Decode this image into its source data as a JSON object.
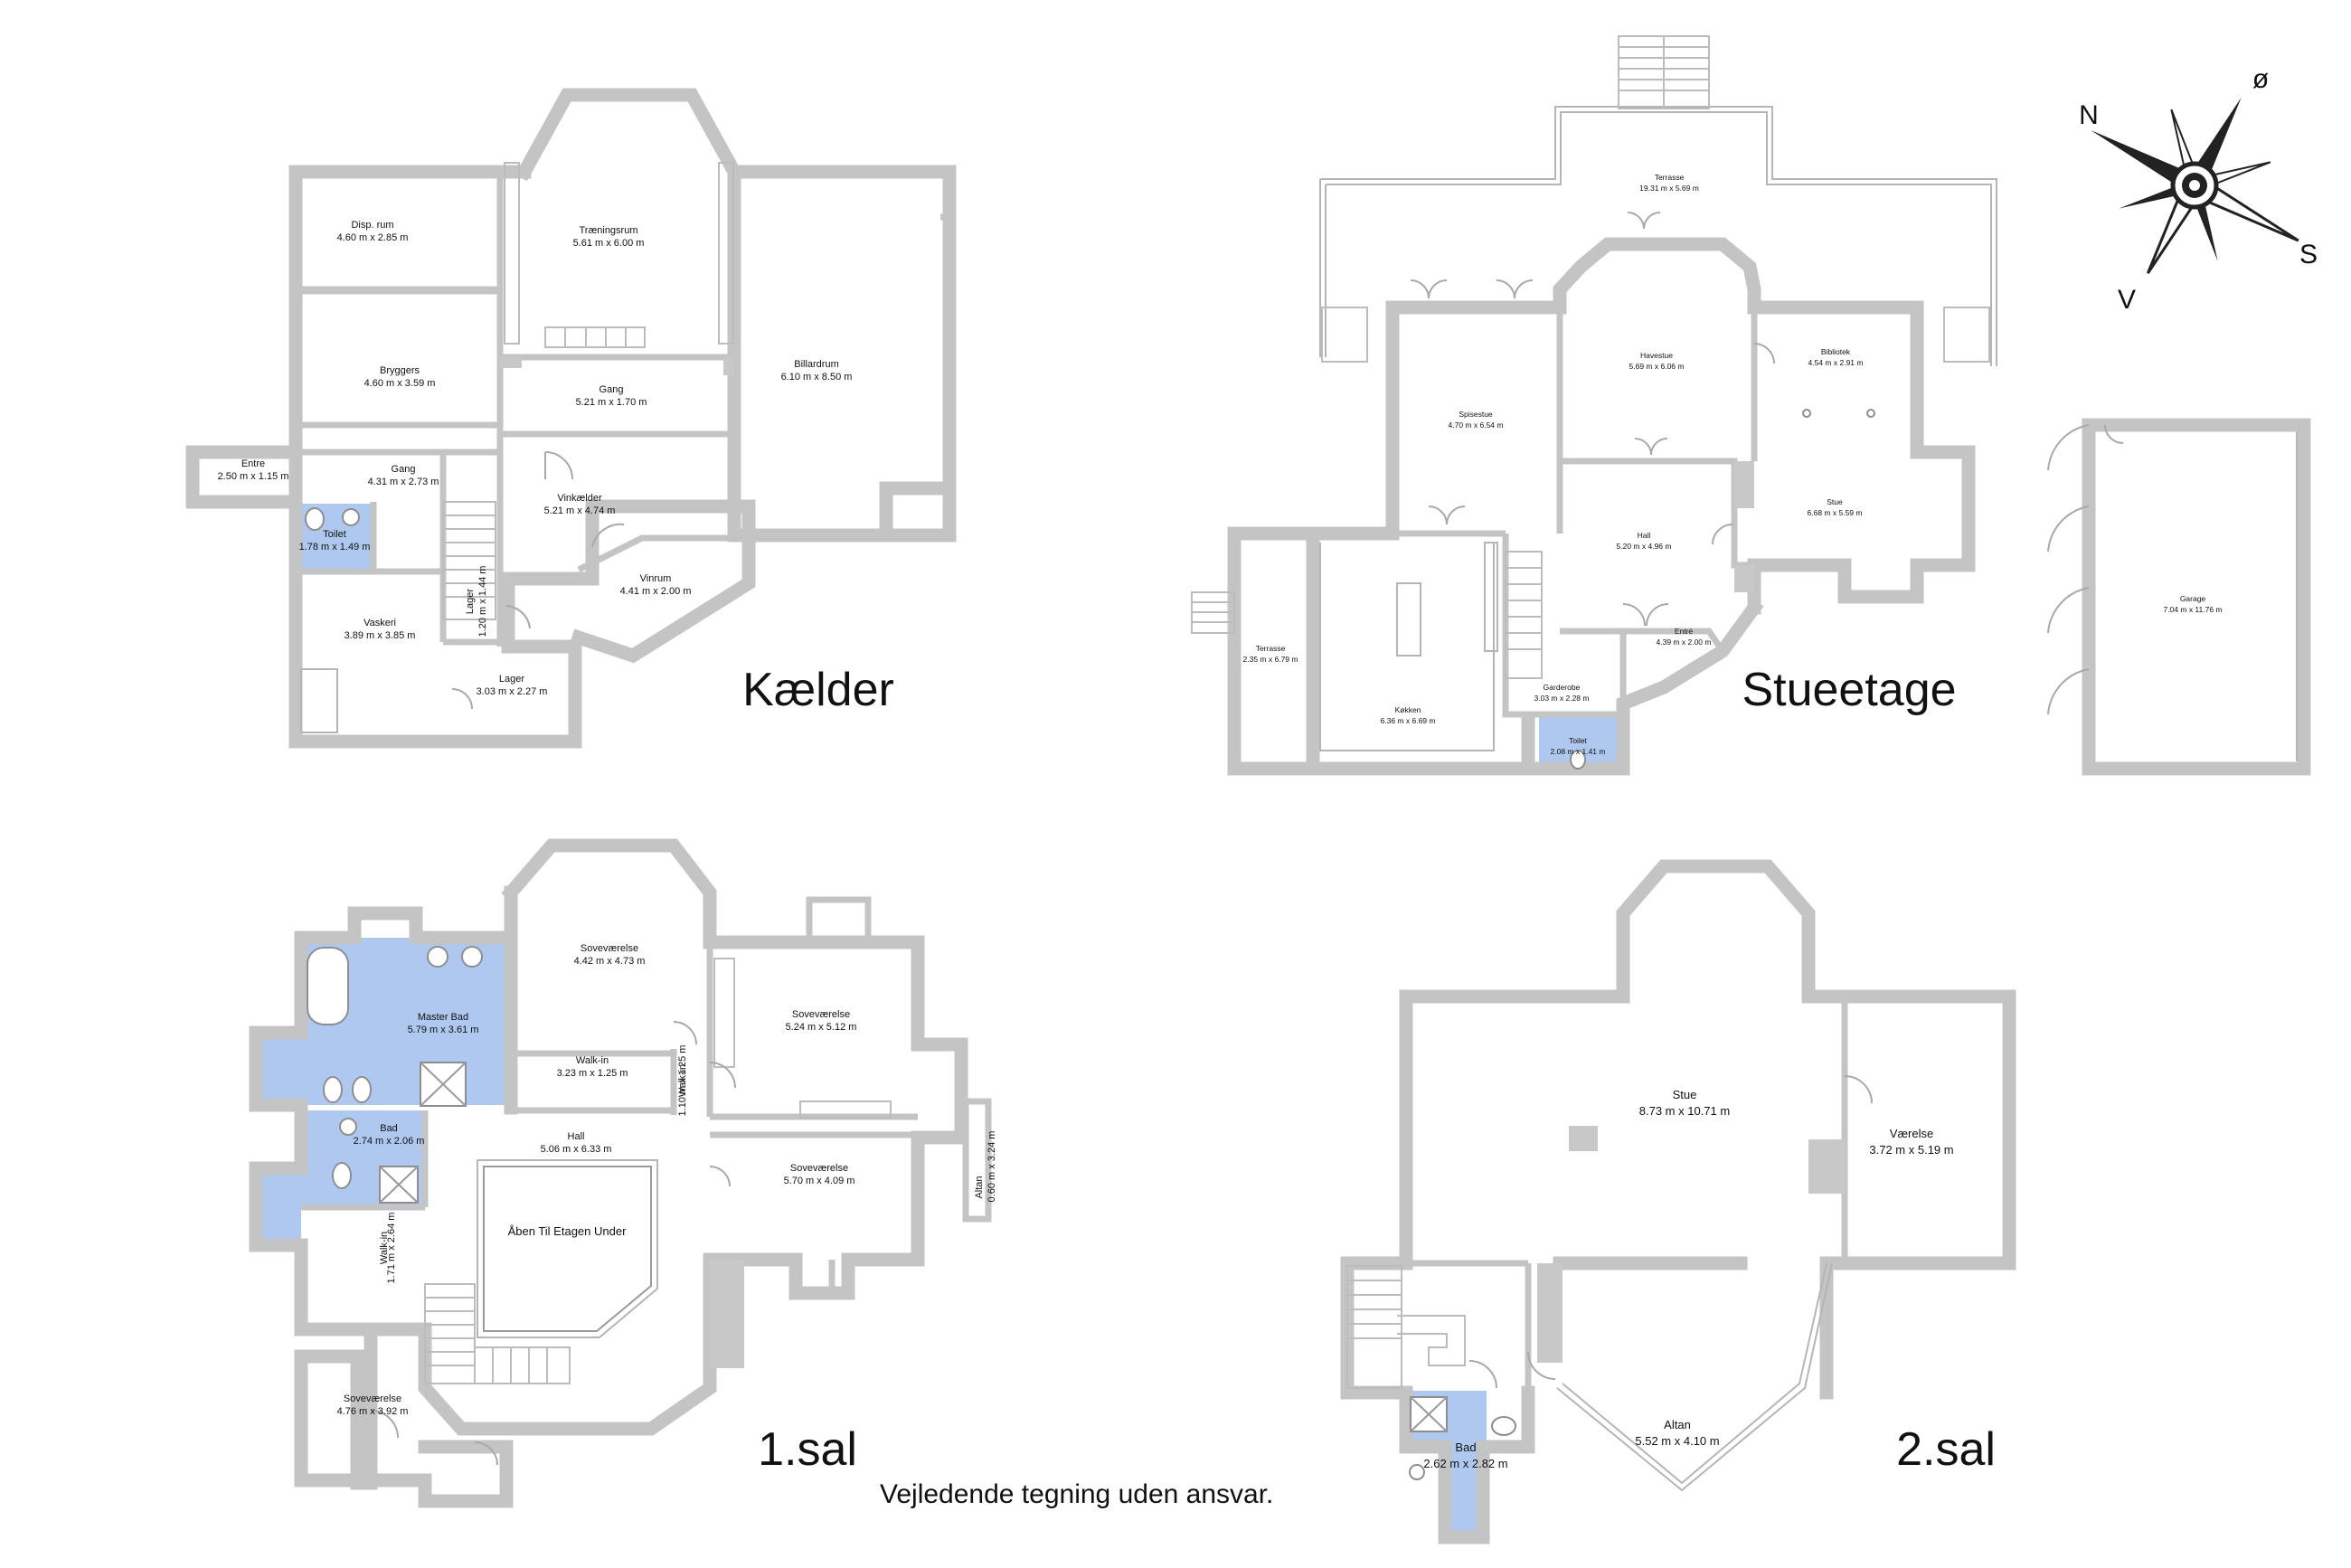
{
  "floors": {
    "kaelder": {
      "label": "Kælder",
      "rooms": [
        {
          "name": "Disp. rum",
          "dims": "4.60 m x 2.85 m"
        },
        {
          "name": "Træningsrum",
          "dims": "5.61 m x 6.00 m"
        },
        {
          "name": "Billardrum",
          "dims": "6.10 m x 8.50 m"
        },
        {
          "name": "Bryggers",
          "dims": "4.60 m x 3.59 m"
        },
        {
          "name": "Gang",
          "dims": "5.21 m x 1.70 m"
        },
        {
          "name": "Entre",
          "dims": "2.50 m x 1.15 m"
        },
        {
          "name": "Gang",
          "dims": "4.31 m x 2.73 m"
        },
        {
          "name": "Vinkælder",
          "dims": "5.21 m x 4.74 m"
        },
        {
          "name": "Toilet",
          "dims": "1.78 m x 1.49 m"
        },
        {
          "name": "Vinrum",
          "dims": "4.41 m x 2.00 m"
        },
        {
          "name": "Lager",
          "dims": "1.20 m x 1.44 m"
        },
        {
          "name": "Vaskeri",
          "dims": "3.89 m x 3.85 m"
        },
        {
          "name": "Lager",
          "dims": "3.03 m x 2.27 m"
        }
      ]
    },
    "stueetage": {
      "label": "Stueetage",
      "rooms": [
        {
          "name": "Terrasse",
          "dims": "19.31 m x 5.69 m"
        },
        {
          "name": "Havestue",
          "dims": "5.69 m x 6.06 m"
        },
        {
          "name": "Bibliotek",
          "dims": "4.54 m x 2.91 m"
        },
        {
          "name": "Spisestue",
          "dims": "4.70 m x 6.54 m"
        },
        {
          "name": "Stue",
          "dims": "6.68 m x 5.59 m"
        },
        {
          "name": "Hall",
          "dims": "5.20 m x 4.96 m"
        },
        {
          "name": "Terrasse",
          "dims": "2.35 m x 6.79 m"
        },
        {
          "name": "Entré",
          "dims": "4.39 m x 2.00 m"
        },
        {
          "name": "Garderobe",
          "dims": "3.03 m x 2.28 m"
        },
        {
          "name": "Køkken",
          "dims": "6.36 m x 6.69 m"
        },
        {
          "name": "Toilet",
          "dims": "2.08 m x 1.41 m"
        },
        {
          "name": "Garage",
          "dims": "7.04 m x 11.76 m"
        }
      ]
    },
    "sal1": {
      "label": "1.sal",
      "rooms": [
        {
          "name": "Soveværelse",
          "dims": "4.42 m x 4.73 m"
        },
        {
          "name": "Soveværelse",
          "dims": "5.24 m x 5.12 m"
        },
        {
          "name": "Master Bad",
          "dims": "5.79 m x 3.61 m"
        },
        {
          "name": "Walk-in",
          "dims": "3.23 m x 1.25 m"
        },
        {
          "name": "Walk-in",
          "dims": "1.10 m x 1.25 m"
        },
        {
          "name": "Bad",
          "dims": "2.74 m x 2.06 m"
        },
        {
          "name": "Hall",
          "dims": "5.06 m x 6.33 m"
        },
        {
          "name": "Soveværelse",
          "dims": "5.70 m x 4.09 m"
        },
        {
          "name": "Altan",
          "dims": "0.60 m x 3.24 m"
        },
        {
          "name": "Åben Til Etagen Under",
          "dims": ""
        },
        {
          "name": "Walk-in",
          "dims": "1.71 m x 2.64 m"
        },
        {
          "name": "Soveværelse",
          "dims": "4.76 m x 3.92 m"
        }
      ]
    },
    "sal2": {
      "label": "2.sal",
      "rooms": [
        {
          "name": "Stue",
          "dims": "8.73 m x 10.71 m"
        },
        {
          "name": "Værelse",
          "dims": "3.72 m x 5.19 m"
        },
        {
          "name": "Altan",
          "dims": "5.52 m x 4.10 m"
        },
        {
          "name": "Bad",
          "dims": "2.62 m x 2.82 m"
        }
      ]
    }
  },
  "compass": {
    "n": "N",
    "o": "ø",
    "s": "S",
    "v": "V"
  },
  "footer": "Vejledende tegning uden ansvar.",
  "colors": {
    "walls": "#c4c4c4",
    "wet_rooms": "#aec8f0"
  }
}
